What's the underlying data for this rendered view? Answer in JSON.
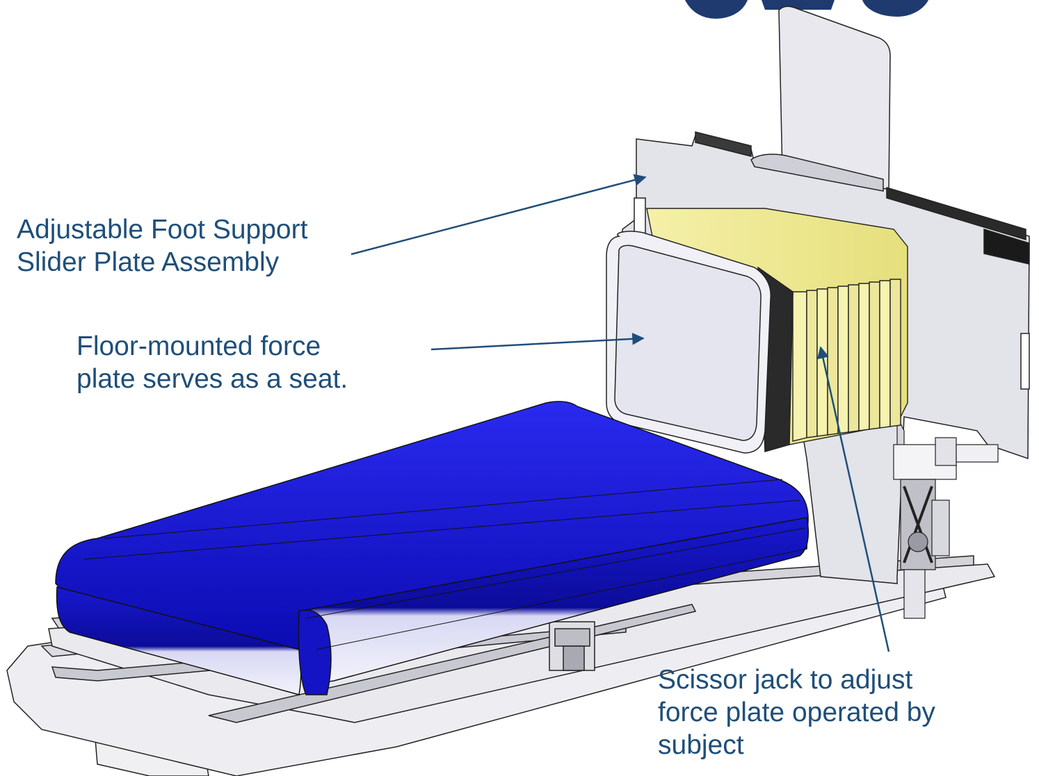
{
  "labels": {
    "foot_support": "Adjustable Foot Support\nSlider Plate Assembly",
    "force_plate": "Floor-mounted force\nplate serves as a seat.",
    "scissor_jack": "Scissor jack to adjust\nforce plate operated by\nsubject"
  },
  "colors": {
    "label_text": "#1f4e79",
    "arrow": "#1f4e79",
    "seat_cushion": "#1010c8",
    "scissor_jack_bellows": "#f0ec9a",
    "frame_gray": "#e6e6ec",
    "outline": "#222222"
  }
}
